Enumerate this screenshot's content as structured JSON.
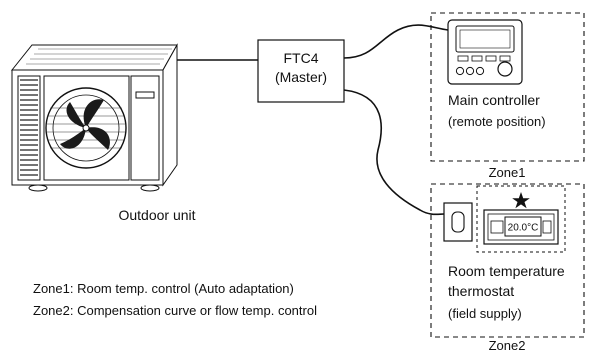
{
  "outdoor_unit": {
    "label": "Outdoor unit"
  },
  "ftc": {
    "model": "FTC4",
    "role": "(Master)"
  },
  "main_controller": {
    "line1": "Main controller",
    "line2": "(remote position)"
  },
  "zone1": {
    "label": "Zone1"
  },
  "zone2": {
    "label": "Zone2"
  },
  "thermostat": {
    "line1": "Room temperature",
    "line2": "thermostat",
    "line3": "(field supply)",
    "display": "20.0°C"
  },
  "legend": {
    "zone1": "Zone1: Room temp. control (Auto adaptation)",
    "zone2": "Zone2: Compensation curve or flow temp. control"
  },
  "colors": {
    "line": "#111111",
    "background": "#ffffff"
  }
}
